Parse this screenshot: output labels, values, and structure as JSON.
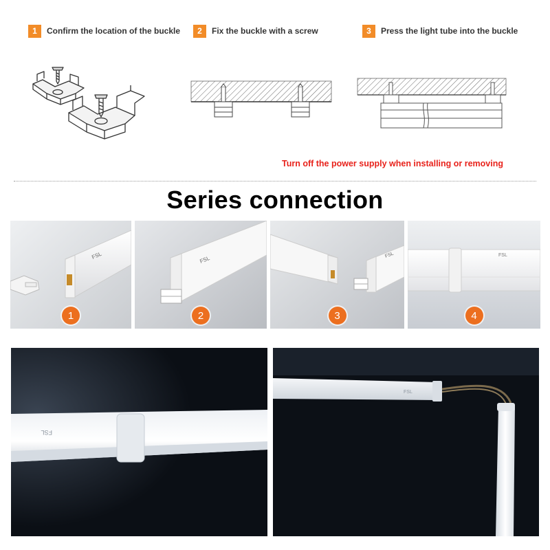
{
  "steps": [
    {
      "num": "1",
      "text": "Confirm the location of the buckle"
    },
    {
      "num": "2",
      "text": "Fix the buckle with a screw"
    },
    {
      "num": "3",
      "text": "Press the light tube into the buckle"
    }
  ],
  "warning": "Turn off the power supply when installing or removing",
  "series_title": "Series connection",
  "photos": [
    {
      "badge": "1"
    },
    {
      "badge": "2"
    },
    {
      "badge": "3"
    },
    {
      "badge": "4"
    }
  ],
  "brand": "FSL",
  "colors": {
    "step_badge": "#f28c28",
    "photo_badge": "#ec6f1f",
    "warning": "#e8221b"
  }
}
